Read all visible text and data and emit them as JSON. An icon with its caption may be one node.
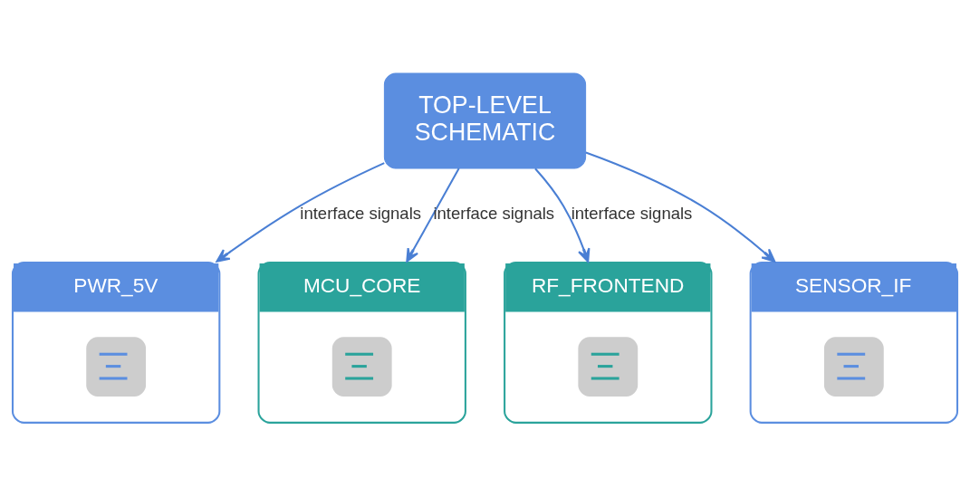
{
  "diagram": {
    "nodes": [
      {
        "text": [
          "TOP-LEVEL SCHEMATIC"
        ]
      },
      {
        "text": [
          "PWR_5V"
        ]
      },
      {
        "text": [
          "MCU_CORE"
        ]
      },
      {
        "text": [
          "RF_FRONTEND"
        ]
      },
      {
        "text": [
          "SENSOR_IF"
        ]
      }
    ],
    "edges": [
      {
        "from": 0,
        "to": 1,
        "arrow": "to",
        "label": "interface signals"
      },
      {
        "from": 0,
        "to": 2,
        "arrow": "to",
        "label": "interface signals"
      },
      {
        "from": 0,
        "to": 3,
        "arrow": "to",
        "label": "interface signals"
      },
      {
        "from": 0,
        "to": 4,
        "arrow": "to"
      }
    ]
  }
}
